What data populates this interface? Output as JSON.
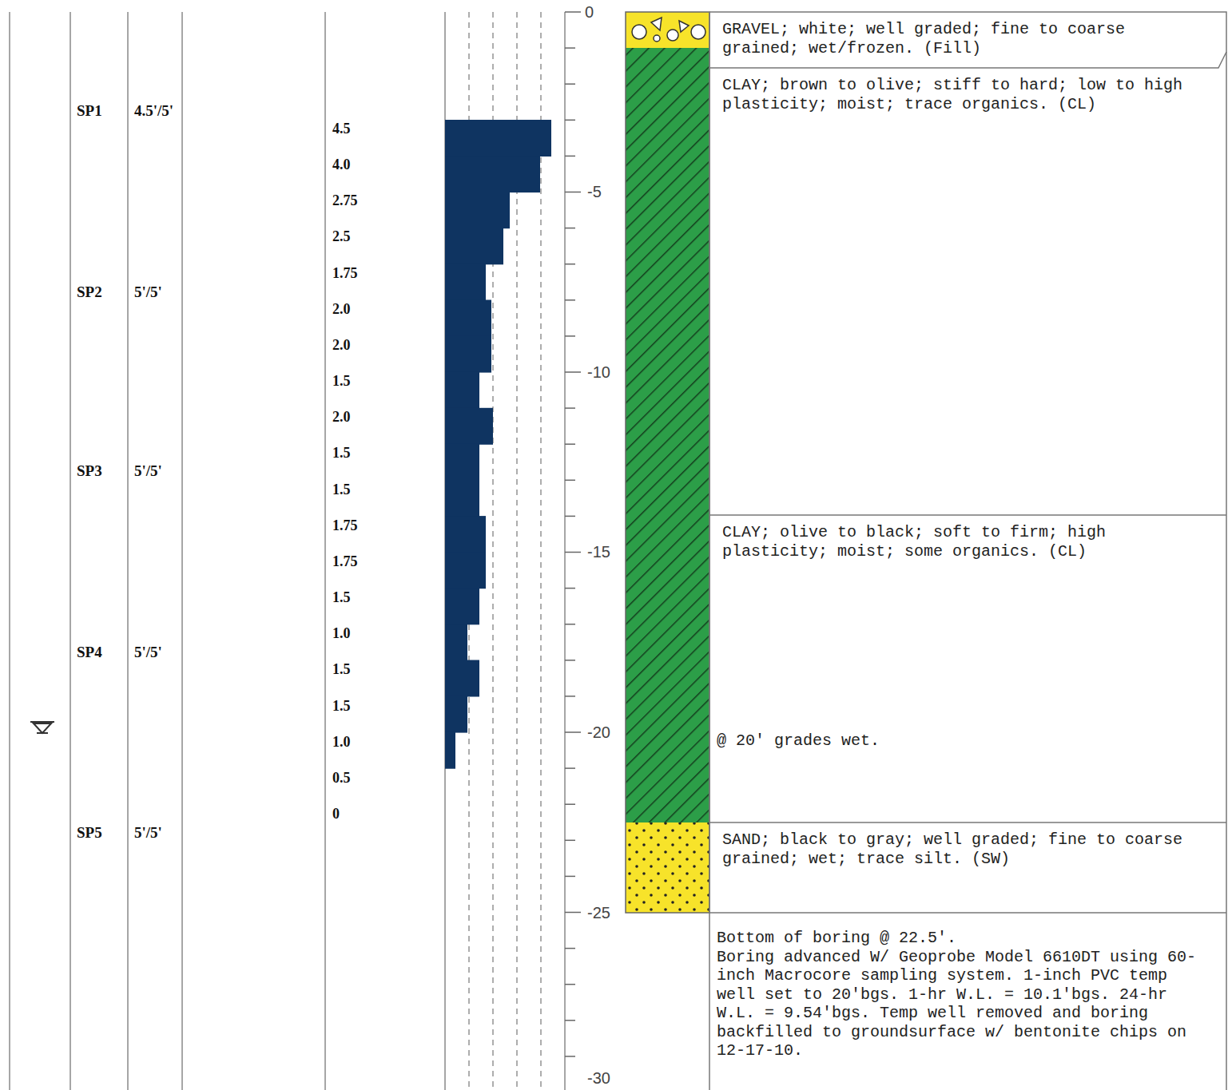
{
  "diagram": {
    "nodes": [
      {
        "text": [
          "GRAVEL; white; well graded; fine to coarse grained; wet/frozen. (Fill)"
        ]
      },
      {
        "text": [
          "CLAY; brown to olive; stiff to hard; low to high plasticity; moist; trace organics. (CL)"
        ]
      },
      {
        "text": [
          "CLAY; olive to black; soft to firm; high plasticity; moist; some organics. (CL)",
          "@ 20' grades wet."
        ]
      },
      {
        "text": [
          "SAND; black to gray; well graded; fine to coarse grained; wet; trace silt. (SW)"
        ]
      },
      {
        "text": [
          "Bottom of boring @ 22.5'.",
          "Boring advanced W/ Geoprobe Model 6610DT using 60-inch Macrocore sampling system. 1-inch PVC temp well set to 20'bgs. 1-hr W.L. = 10.1'bgs. 24-hr W.L. = 9.54'bgs. Temp well removed and boring backfilled to groundsurface w/ bentonite chips on 12-17-10."
        ]
      }
    ],
    "labels": [
      "SP1",
      "4.5'/5'",
      "SP2",
      "5'/5'",
      "SP3",
      "5'/5'",
      "SP4",
      "5'/5'",
      "SP5",
      "5'/5'",
      "4.5",
      "4.0",
      "2.75",
      "2.5",
      "1.75",
      "2.0",
      "2.0",
      "1.5",
      "2.0",
      "1.5",
      "1.5",
      "1.75",
      "1.75",
      "1.5",
      "1.0",
      "1.5",
      "1.5",
      "1.0",
      "0.5",
      "0",
      "0",
      "-5",
      "-10",
      "-15",
      "-20",
      "-25",
      "-30"
    ]
  }
}
